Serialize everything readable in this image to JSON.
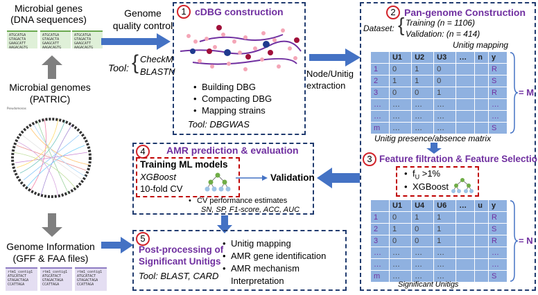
{
  "left": {
    "genes_title_line1": "Microbial genes",
    "genes_title_line2": "(DNA sequences)",
    "genomes_line1": "Microbial genomes",
    "genomes_line2": "(PATRIC)",
    "genome_info_line1": "Genome Information",
    "genome_info_line2": "(GFF & FAA files)",
    "seq_lines_a": [
      "ATGCATGA",
      "GTAGACTA",
      "GAAGCATT",
      "AAGACAGTG"
    ],
    "seq_lines_b": [
      "ATGCATGA",
      "GTAGACTA",
      "GAAGCATT",
      "AAGACAGTG"
    ],
    "seq_lines_c": [
      "ATGCATGA",
      "GTAGACTA",
      "GAAGCATT",
      "AAGACAGTG"
    ],
    "gff_lines_a": [
      "rtm1_contig1",
      "ATGCATACT",
      "GTAGACTAGA",
      "CCATTAGA"
    ],
    "gff_lines_b": [
      "rtm1_contig1",
      "ATGCATACT",
      "GTAGACTAGA",
      "CCATTAGA"
    ],
    "gff_lines_c": [
      "rtm1_contig1",
      "ATGCATACT",
      "GTAGACTAGA",
      "CCATTAGA"
    ]
  },
  "qc": {
    "label_line1": "Genome",
    "label_line2": "quality control",
    "tool_label": "Tool:",
    "tools": [
      "CheckM",
      "BLASTN"
    ]
  },
  "step1": {
    "num": "1",
    "title": "cDBG construction",
    "bullets": [
      "Building DBG",
      "Compacting DBG",
      "Mapping strains"
    ],
    "tool": "Tool: DBGWAS"
  },
  "node_label_line1": "Node/Unitig",
  "node_label_line2": "extraction",
  "step2": {
    "num": "2",
    "title": "Pan-genome Construction",
    "dataset_label": "Dataset:",
    "training": "Training (n = 1106)",
    "validation": "Validation: (n = 414)",
    "matrix_caption": "Unitig mapping",
    "matrix_header": [
      "",
      "U1",
      "U2",
      "U3",
      "…",
      "n",
      "y"
    ],
    "matrix_rows": [
      [
        "1",
        "0",
        "1",
        "0",
        "",
        "",
        "R"
      ],
      [
        "2",
        "1",
        "1",
        "0",
        "",
        "",
        "S"
      ],
      [
        "3",
        "0",
        "0",
        "1",
        "",
        "",
        "R"
      ],
      [
        "…",
        "…",
        "…",
        "…",
        "",
        "",
        "…"
      ],
      [
        "…",
        "…",
        "…",
        "…",
        "",
        "",
        "…"
      ],
      [
        "m",
        "…",
        "…",
        "…",
        "",
        "",
        "S"
      ]
    ],
    "matrix_label": "= M",
    "matrix_footer": "Unitig presence/absence  matrix"
  },
  "step3": {
    "num": "3",
    "title": "Feature filtration & Feature Selection",
    "criterion": "f",
    "criterion_sub": "U",
    "criterion_rest": " >1%",
    "method": "XGBoost",
    "matrix_header": [
      "",
      "U1",
      "U4",
      "U6",
      "…",
      "u",
      "y"
    ],
    "matrix_rows": [
      [
        "1",
        "0",
        "1",
        "1",
        "",
        "",
        "R"
      ],
      [
        "2",
        "1",
        "0",
        "1",
        "",
        "",
        "S"
      ],
      [
        "3",
        "0",
        "0",
        "1",
        "",
        "",
        "R"
      ],
      [
        "…",
        "…",
        "…",
        "…",
        "",
        "",
        "…"
      ],
      [
        "…",
        "…",
        "…",
        "…",
        "",
        "",
        "…"
      ],
      [
        "m",
        "…",
        "…",
        "…",
        "",
        "",
        "S"
      ]
    ],
    "matrix_label": "= N",
    "matrix_footer": "Significant Unitigs"
  },
  "step4": {
    "num": "4",
    "title": "AMR prediction & evaluation",
    "train_title": "Training ML models",
    "model": "XGBoost",
    "cv": "10-fold CV",
    "validation": "Validation",
    "cv_estimates": "CV performance estimates",
    "metrics": "SN, SP, F1-score, ACC, AUC"
  },
  "step5": {
    "num": "5",
    "title_line1": "Post-processing of",
    "title_line2": "Significant Unitigs",
    "tool": "Tool: BLAST, CARD",
    "bullets": [
      "Unitig mapping",
      "AMR gene identification",
      "AMR mechanism"
    ],
    "bullet_cont": "Interpretation"
  },
  "colors": {
    "arrow": "#4472c4",
    "title": "#7030a0",
    "box": "#1f3a6e",
    "circle": "#d2232a",
    "matrix": "#8fb1e0"
  }
}
